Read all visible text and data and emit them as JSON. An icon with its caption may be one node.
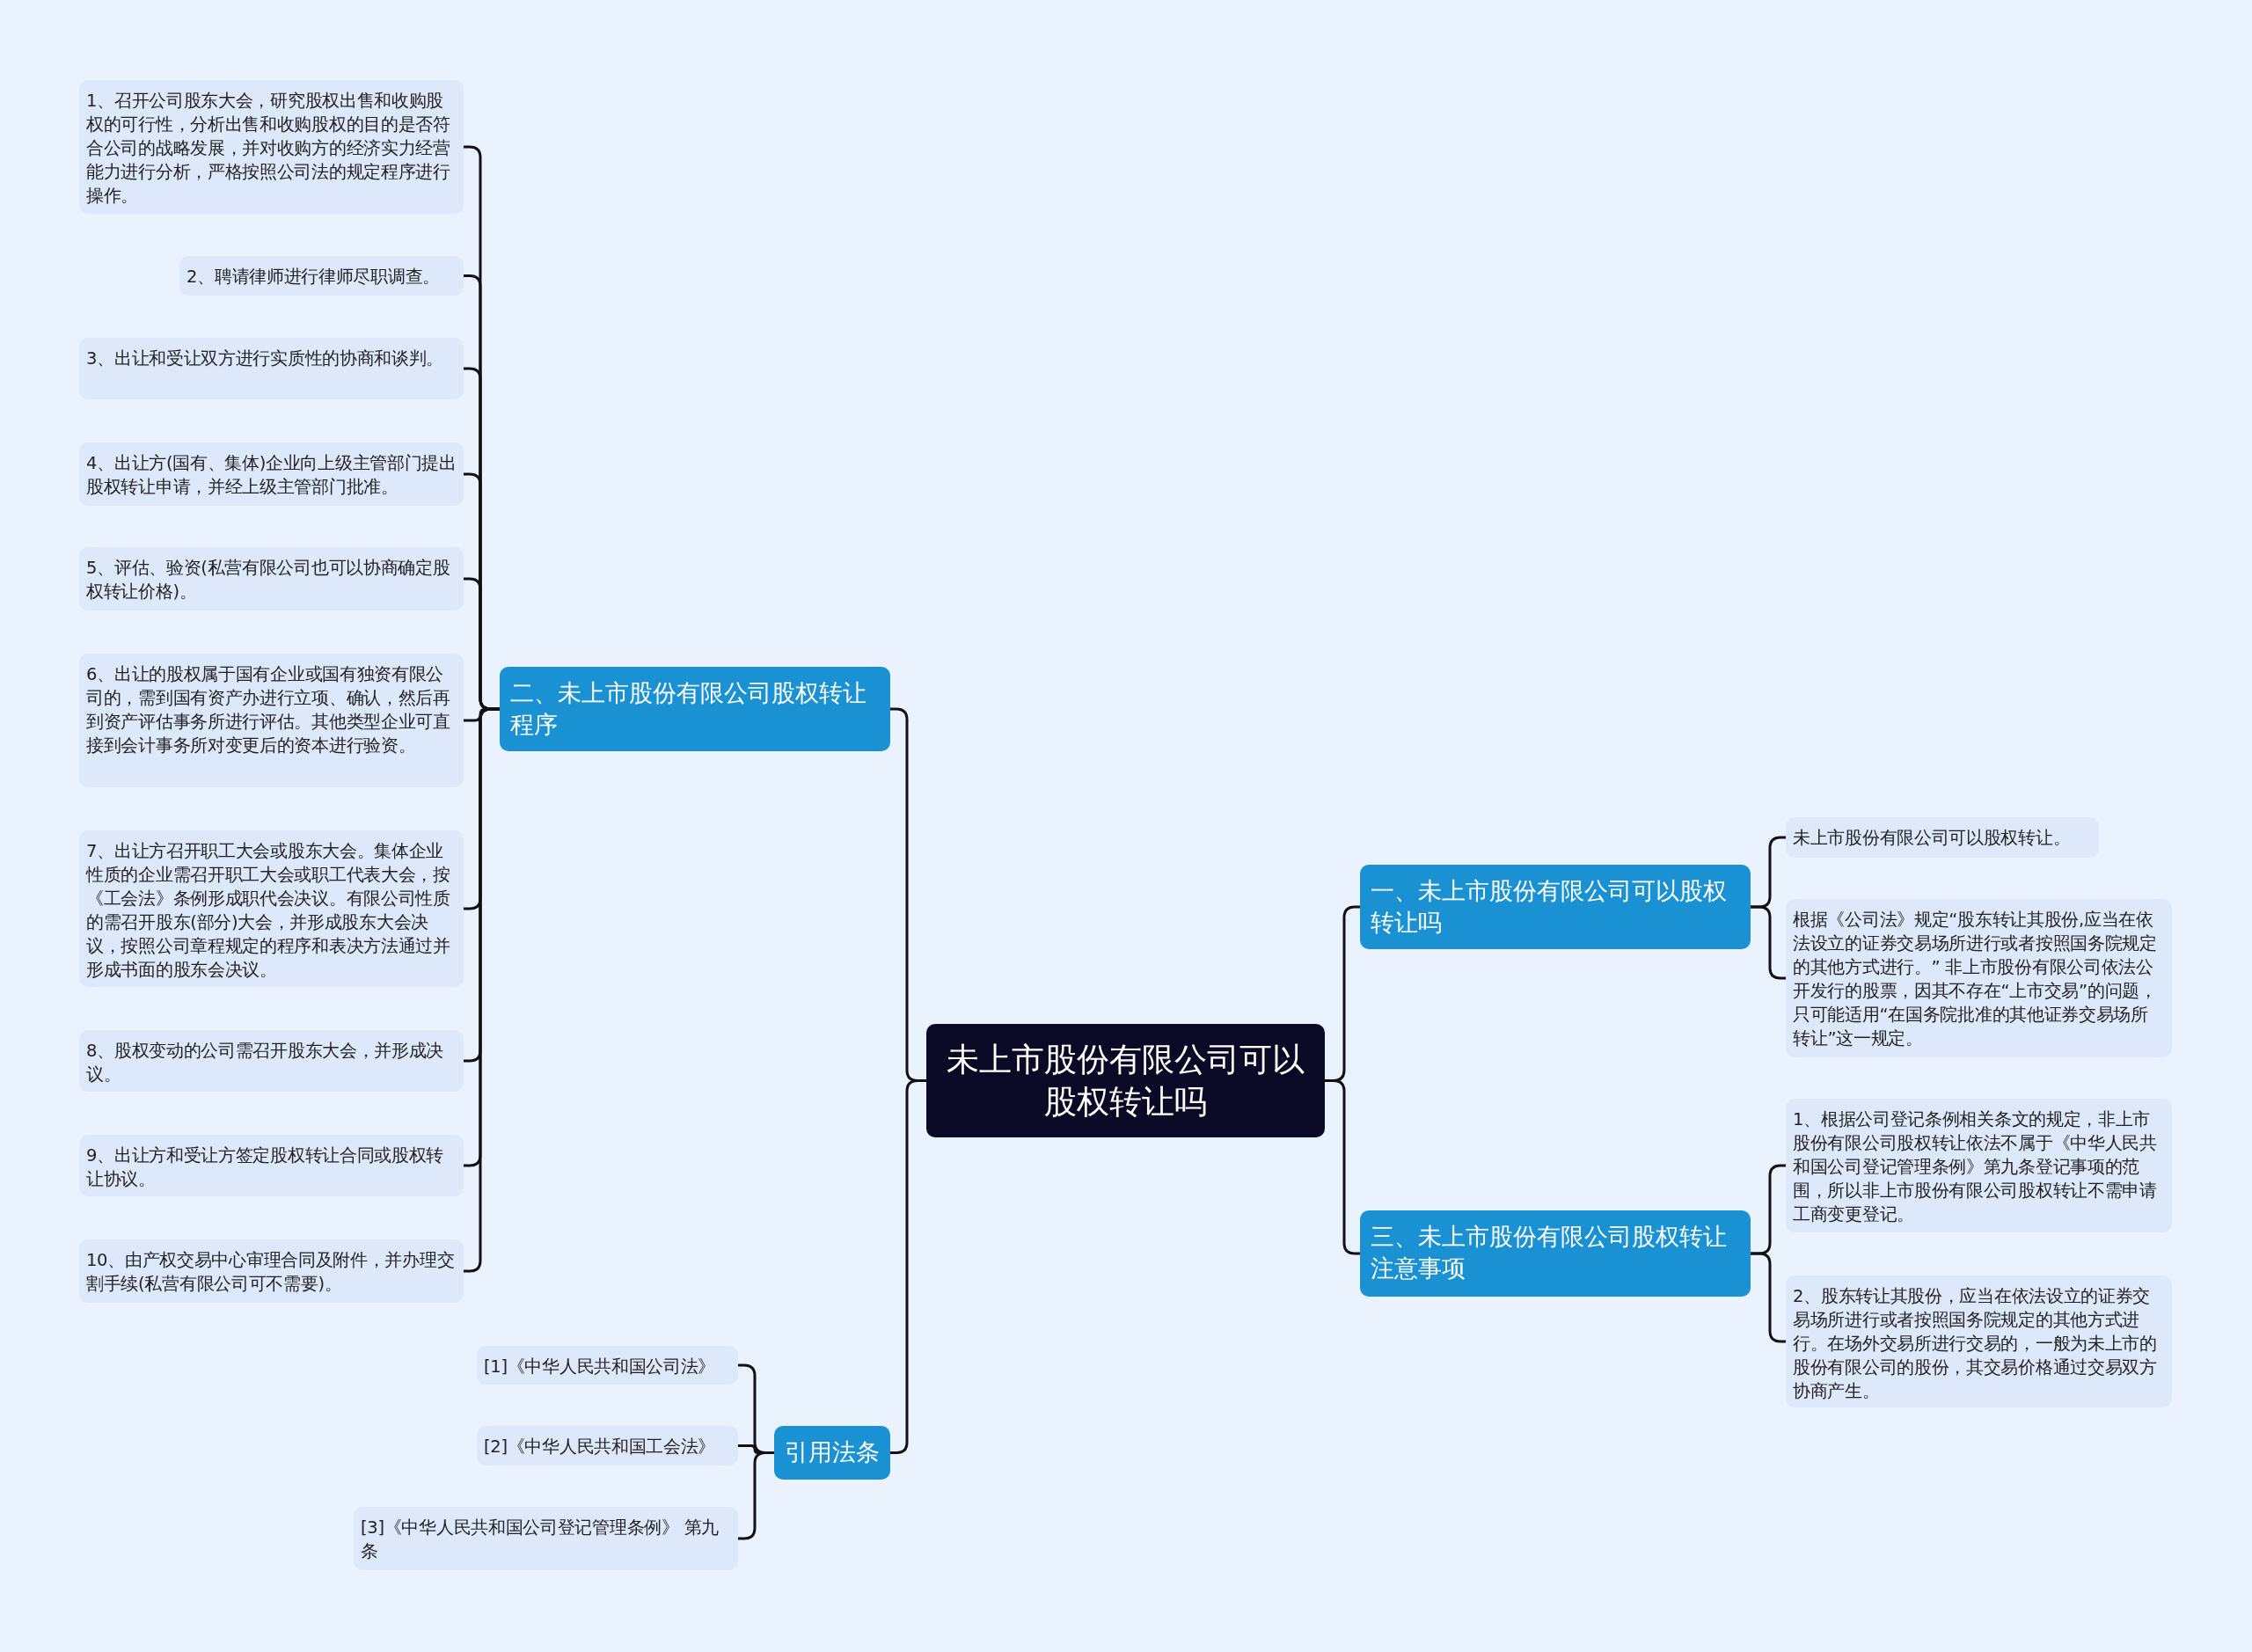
{
  "diagram": {
    "nodes": [
      {
        "text": [
          "未上市股份有限公司可以股权转让吗"
        ]
      },
      {
        "text": [
          "二、未上市股份有限公司股权转让程序"
        ]
      },
      {
        "text": [
          "1、召开公司股东大会，研究股权出售和收购股权的可行性，分析出售和收购股权的目的是否符合公司的战略发展，并对收购方的经济实力经营能力进行分析，严格按照公司法的规定程序进行操作。"
        ]
      },
      {
        "text": [
          "2、聘请律师进行律师尽职调查。"
        ]
      },
      {
        "text": [
          "3、出让和受让双方进行实质性的协商和谈判。"
        ]
      },
      {
        "text": [
          "4、出让方(国有、集体)企业向上级主管部门提出股权转让申请，并经上级主管部门批准。"
        ]
      },
      {
        "text": [
          "5、评估、验资(私营有限公司也可以协商确定股权转让价格)。"
        ]
      },
      {
        "text": [
          "6、出让的股权属于国有企业或国有独资有限公司的，需到国有资产办进行立项、确认，然后再到资产评估事务所进行评估。其他类型企业可直接到会计事务所对变更后的资本进行验资。"
        ]
      },
      {
        "text": [
          "7、出让方召开职工大会或股东大会。集体企业性质的企业需召开职工大会或职工代表大会，按《工会法》条例形成职代会决议。有限公司性质的需召开股东(部分)大会，并形成股东大会决议，按照公司章程规定的程序和表决方法通过并形成书面的股东会决议。"
        ]
      },
      {
        "text": [
          "8、股权变动的公司需召开股东大会，并形成决议。"
        ]
      },
      {
        "text": [
          "9、出让方和受让方签定股权转让合同或股权转让协议。"
        ]
      },
      {
        "text": [
          "10、由产权交易中心审理合同及附件，并办理交割手续(私营有限公司可不需要)。"
        ]
      },
      {
        "text": [
          "一、未上市股份有限公司可以股权转让吗"
        ]
      },
      {
        "text": [
          "未上市股份有限公司可以股权转让。"
        ]
      },
      {
        "text": [
          "根据《公司法》规定“股东转让其股份,应当在依法设立的证券交易场所进行或者按照国务院规定的其他方式进行。” 非上市股份有限公司依法公开发行的股票，因其不存在“上市交易”的问题，只可能适用“在国务院批准的其他证券交易场所转让”这一规定。"
        ]
      },
      {
        "text": [
          "三、未上市股份有限公司股权转让注意事项"
        ]
      },
      {
        "text": [
          "1、根据公司登记条例相关条文的规定，非上市股份有限公司股权转让依法不属于《中华人民共和国公司登记管理条例》第九条登记事项的范围，所以非上市股份有限公司股权转让不需申请工商变更登记。"
        ]
      },
      {
        "text": [
          "2、股东转让其股份，应当在依法设立的证券交易场所进行或者按照国务院规定的其他方式进行。在场外交易所进行交易的，一般为未上市的股份有限公司的股份，其交易价格通过交易双方协商产生。"
        ]
      },
      {
        "text": [
          "引用法条"
        ]
      },
      {
        "text": [
          "[1]《中华人民共和国公司法》"
        ]
      },
      {
        "text": [
          "[2]《中华人民共和国工会法》"
        ]
      },
      {
        "text": [
          "[3]《中华人民共和国公司登记管理条例》 第九条"
        ]
      }
    ],
    "edges": [
      {
        "from": 0,
        "to": 1,
        "arrow": "none"
      },
      {
        "from": 1,
        "to": 2,
        "arrow": "none"
      },
      {
        "from": 1,
        "to": 3,
        "arrow": "none"
      },
      {
        "from": 1,
        "to": 4,
        "arrow": "none"
      },
      {
        "from": 1,
        "to": 5,
        "arrow": "none"
      },
      {
        "from": 1,
        "to": 6,
        "arrow": "none"
      },
      {
        "from": 1,
        "to": 7,
        "arrow": "none"
      },
      {
        "from": 1,
        "to": 8,
        "arrow": "none"
      },
      {
        "from": 1,
        "to": 9,
        "arrow": "none"
      },
      {
        "from": 1,
        "to": 10,
        "arrow": "none"
      },
      {
        "from": 1,
        "to": 11,
        "arrow": "none"
      },
      {
        "from": 0,
        "to": 12,
        "arrow": "none"
      },
      {
        "from": 12,
        "to": 13,
        "arrow": "none"
      },
      {
        "from": 12,
        "to": 14,
        "arrow": "none"
      },
      {
        "from": 0,
        "to": 15,
        "arrow": "none"
      },
      {
        "from": 15,
        "to": 16,
        "arrow": "none"
      },
      {
        "from": 15,
        "to": 17,
        "arrow": "none"
      },
      {
        "from": 0,
        "to": 18,
        "arrow": "none"
      },
      {
        "from": 18,
        "to": 19,
        "arrow": "none"
      },
      {
        "from": 18,
        "to": 20,
        "arrow": "none"
      },
      {
        "from": 18,
        "to": 21,
        "arrow": "none"
      }
    ]
  }
}
